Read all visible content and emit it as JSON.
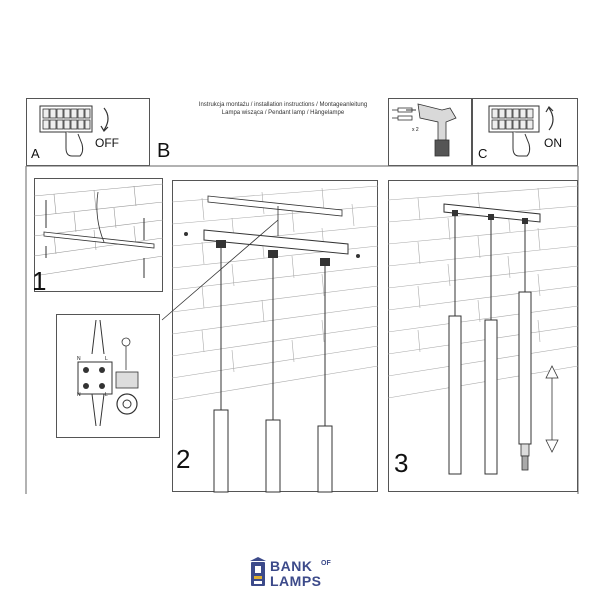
{
  "header": {
    "instructions_line1": "Instrukcja montażu / installation instructions / Montageanleitung",
    "instructions_line2": "Lampa wisząca / Pendant lamp / Hängelampe"
  },
  "steps": {
    "a_letter": "A",
    "a_label": "OFF",
    "b_letter": "B",
    "c_letter": "C",
    "c_label": "ON",
    "drill_count": "x 2"
  },
  "panels": {
    "p1": "1",
    "p2": "2",
    "p3": "3"
  },
  "wiring": {
    "n_top": "N",
    "l_top": "L",
    "n_bottom": "N",
    "l_bottom": "L"
  },
  "logo": {
    "bank": "BANK",
    "of": "OF",
    "lamps": "LAMPS"
  }
}
